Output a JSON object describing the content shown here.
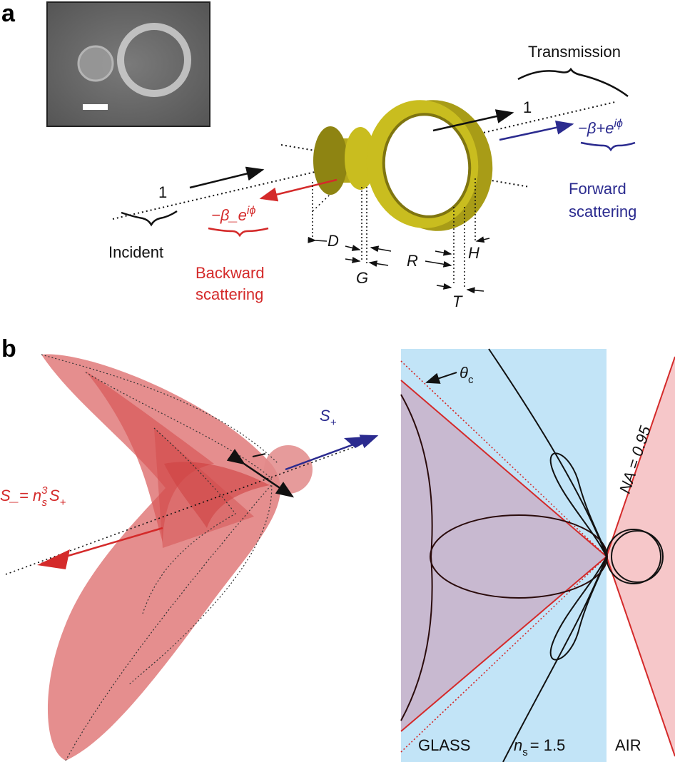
{
  "panel_a": {
    "label": "a",
    "transmission": "Transmission",
    "incident": "Incident",
    "incident_amp": "1",
    "transmission_amp": "1",
    "backward_coeff": "−β_e",
    "backward_coeff_exp": "iϕ",
    "forward_coeff": "−β+e",
    "forward_coeff_exp": "iϕ",
    "backward_line1": "Backward",
    "backward_line2": "scattering",
    "forward_line1": "Forward",
    "forward_line2": "scattering",
    "dim_D": "D",
    "dim_G": "G",
    "dim_R": "R",
    "dim_H": "H",
    "dim_T": "T"
  },
  "panel_b": {
    "label": "b",
    "s_plus": "S",
    "s_plus_sub": "+",
    "s_minus_text": "S_= n",
    "s_minus_sup": "3",
    "s_minus_sub": "s",
    "s_minus_tail": "S",
    "s_minus_tail_sub": "+",
    "theta": "θ",
    "theta_sub": "c",
    "na": "NA = 0.95",
    "glass": "GLASS",
    "ns_text": "n",
    "ns_sub": "s",
    "ns_val": "= 1.5",
    "air": "AIR"
  },
  "colors": {
    "red": "#d42a2a",
    "blue": "#2b2b8f",
    "gold": "#c9bd1f",
    "glass_bg": "#c2e4f7",
    "lobe_fill": "#e07a7a"
  }
}
